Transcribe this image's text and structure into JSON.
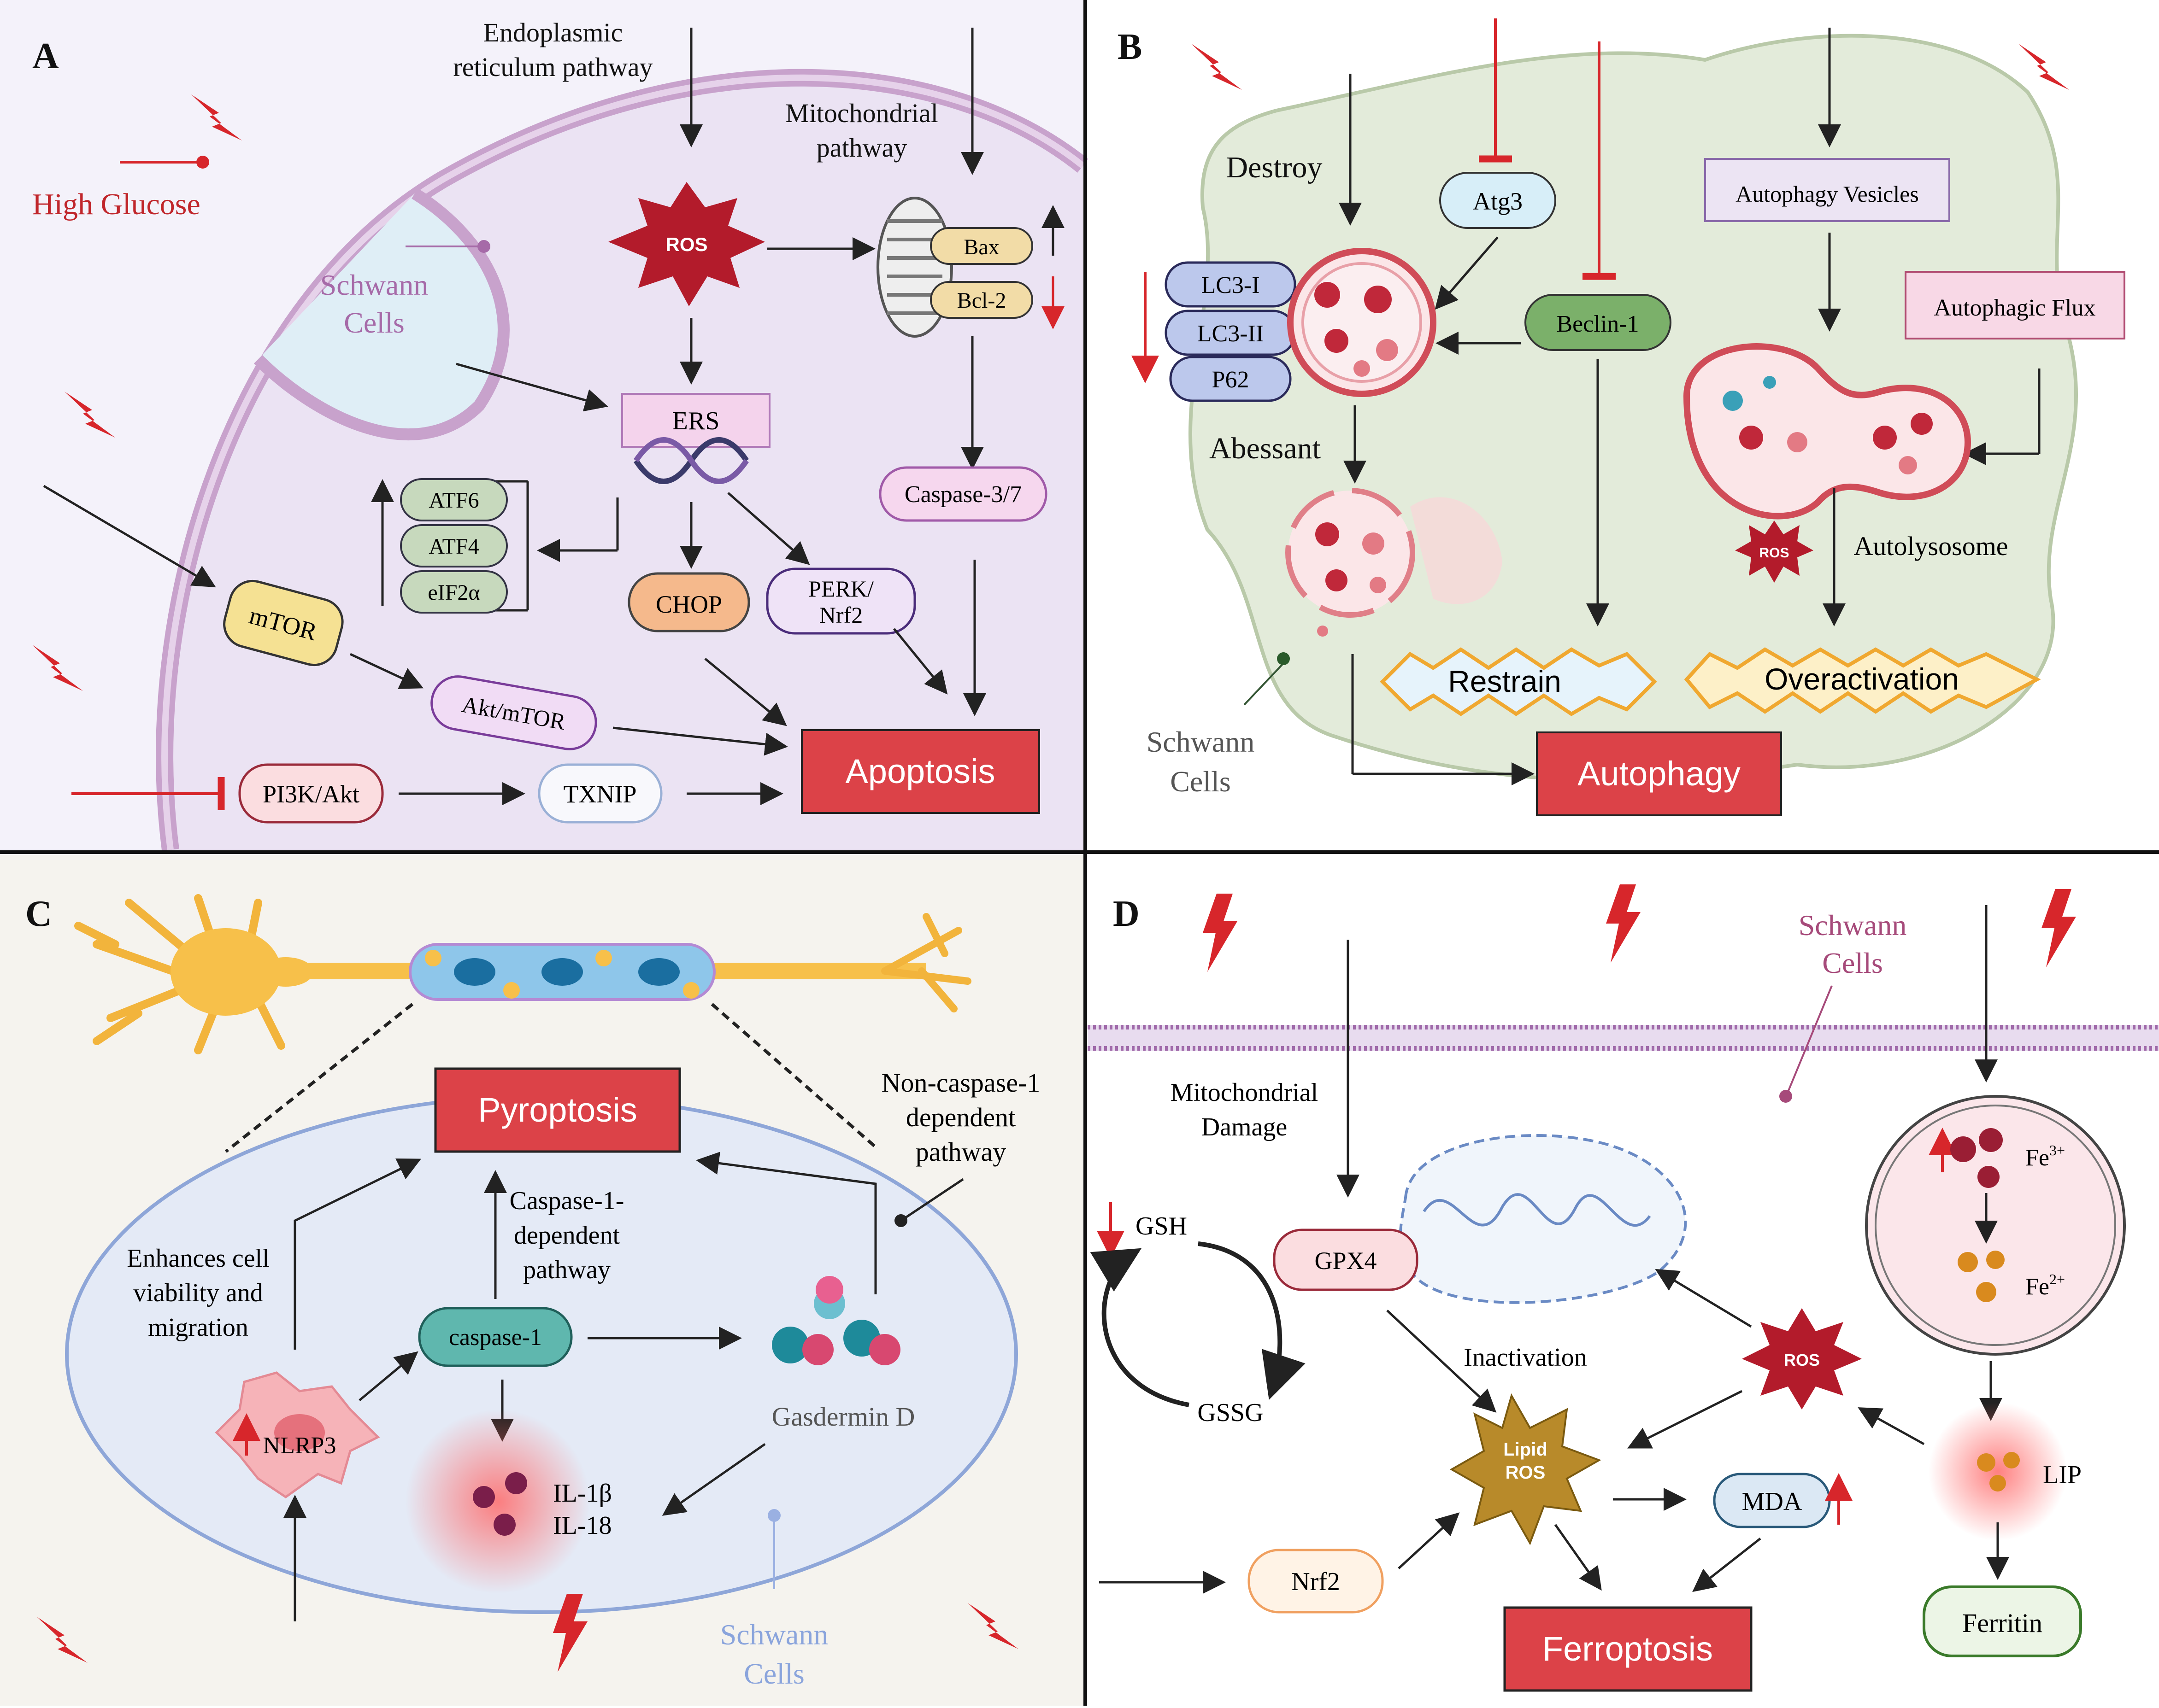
{
  "colors": {
    "red": "#d7262b",
    "panel_bg": "#f4f2fa",
    "cell_green": "#e3ebda",
    "cell_blue": "#e7ecf7",
    "membrane": "#c8a2cc"
  },
  "panelA": {
    "letter": "A",
    "high_glucose": "High Glucose",
    "schwann": [
      "Schwann",
      "Cells"
    ],
    "er_pathway": [
      "Endoplasmic",
      "reticulum pathway"
    ],
    "mito_pathway": [
      "Mitochondrial",
      "pathway"
    ],
    "ros": "ROS",
    "bax": "Bax",
    "bcl2": "Bcl-2",
    "ers": "ERS",
    "atf6": "ATF6",
    "atf4": "ATF4",
    "eif2a": "eIF2α",
    "chop": "CHOP",
    "perk": [
      "PERK/",
      "Nrf2"
    ],
    "caspase37": "Caspase-3/7",
    "mtor": "mTOR",
    "akt_mtor": "Akt/mTOR",
    "pi3k": "PI3K/Akt",
    "txnip": "TXNIP",
    "apoptosis": "Apoptosis"
  },
  "panelB": {
    "letter": "B",
    "destroy": "Destroy",
    "abessant": "Abessant",
    "lc3i": "LC3-I",
    "lc3ii": "LC3-II",
    "p62": "P62",
    "atg3": "Atg3",
    "beclin": "Beclin-1",
    "vesicles": "Autophagy Vesicles",
    "flux": "Autophagic Flux",
    "ros": "ROS",
    "autolysosome": "Autolysosome",
    "restrain": "Restrain",
    "overactivation": "Overactivation",
    "schwann": [
      "Schwann",
      "Cells"
    ],
    "autophagy": "Autophagy"
  },
  "panelC": {
    "letter": "C",
    "pyroptosis": "Pyroptosis",
    "noncasp": [
      "Non-caspase-1",
      "dependent",
      "pathway"
    ],
    "casp_dep": [
      "Caspase-1-",
      "dependent",
      "pathway"
    ],
    "enhances": [
      "Enhances cell",
      "viability and",
      "migration"
    ],
    "caspase1": "caspase-1",
    "gasdermin": "Gasdermin D",
    "nlrp3": "NLRP3",
    "il1b": "IL-1β",
    "il18": "IL-18",
    "schwann": [
      "Schwann",
      "Cells"
    ]
  },
  "panelD": {
    "letter": "D",
    "schwann": [
      "Schwann",
      "Cells"
    ],
    "mito_damage": [
      "Mitochondrial",
      "Damage"
    ],
    "gsh": "GSH",
    "gssg": "GSSG",
    "gpx4": "GPX4",
    "inactivation": "Inactivation",
    "lipid_ros": [
      "Lipid",
      "ROS"
    ],
    "ros": "ROS",
    "mda": "MDA",
    "nrf2": "Nrf2",
    "fe3_base": "Fe",
    "fe3_sup": "3+",
    "fe2_base": "Fe",
    "fe2_sup": "2+",
    "lip": "LIP",
    "ferritin": "Ferritin",
    "ferroptosis": "Ferroptosis"
  }
}
